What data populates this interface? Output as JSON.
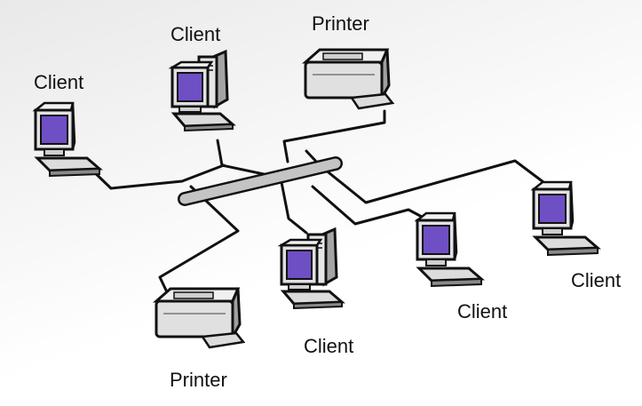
{
  "nodes": [
    {
      "id": "client-top-left",
      "kind": "client",
      "label": "Client"
    },
    {
      "id": "client-top",
      "kind": "client",
      "label": "Client"
    },
    {
      "id": "printer-top",
      "kind": "printer",
      "label": "Printer"
    },
    {
      "id": "client-right",
      "kind": "client",
      "label": "Client"
    },
    {
      "id": "client-mid-right",
      "kind": "client",
      "label": "Client"
    },
    {
      "id": "client-bottom",
      "kind": "client",
      "label": "Client"
    },
    {
      "id": "printer-bottom",
      "kind": "printer",
      "label": "Printer"
    }
  ],
  "colors": {
    "screen": "#6f4fc4",
    "device_body": "#e6e6e6",
    "device_shade": "#9a9a9a",
    "outline": "#111111",
    "cable": "#111111",
    "bus": "#c4c4c4"
  },
  "icons": {
    "client": "desktop-computer-icon",
    "printer": "printer-icon",
    "bus": "network-backbone"
  }
}
